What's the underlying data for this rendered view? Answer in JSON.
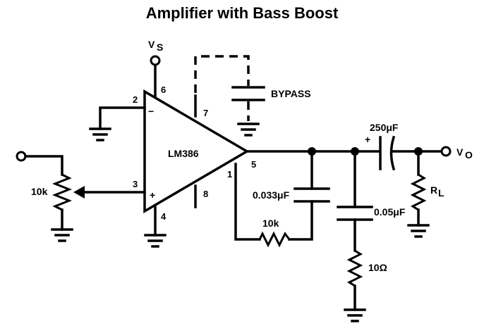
{
  "title": "Amplifier with Bass Boost",
  "labels": {
    "vs": "V",
    "vs_sub": "S",
    "vo": "V",
    "vo_sub": "O",
    "ic": "LM386",
    "bypass": "BYPASS",
    "pot": "10k",
    "cap1": "0.033μF",
    "res_fb": "10k",
    "cap_out": "250μF",
    "cap2": "0.05μF",
    "res_zobel": "10Ω",
    "rl": "R",
    "rl_sub": "L",
    "plus_out": "+"
  },
  "pins": {
    "p1": "1",
    "p2": "2",
    "p3": "3",
    "p4": "4",
    "p5": "5",
    "p6": "6",
    "p7": "7",
    "p8": "8"
  },
  "op_signs": {
    "inv": "−",
    "noninv": "+"
  }
}
